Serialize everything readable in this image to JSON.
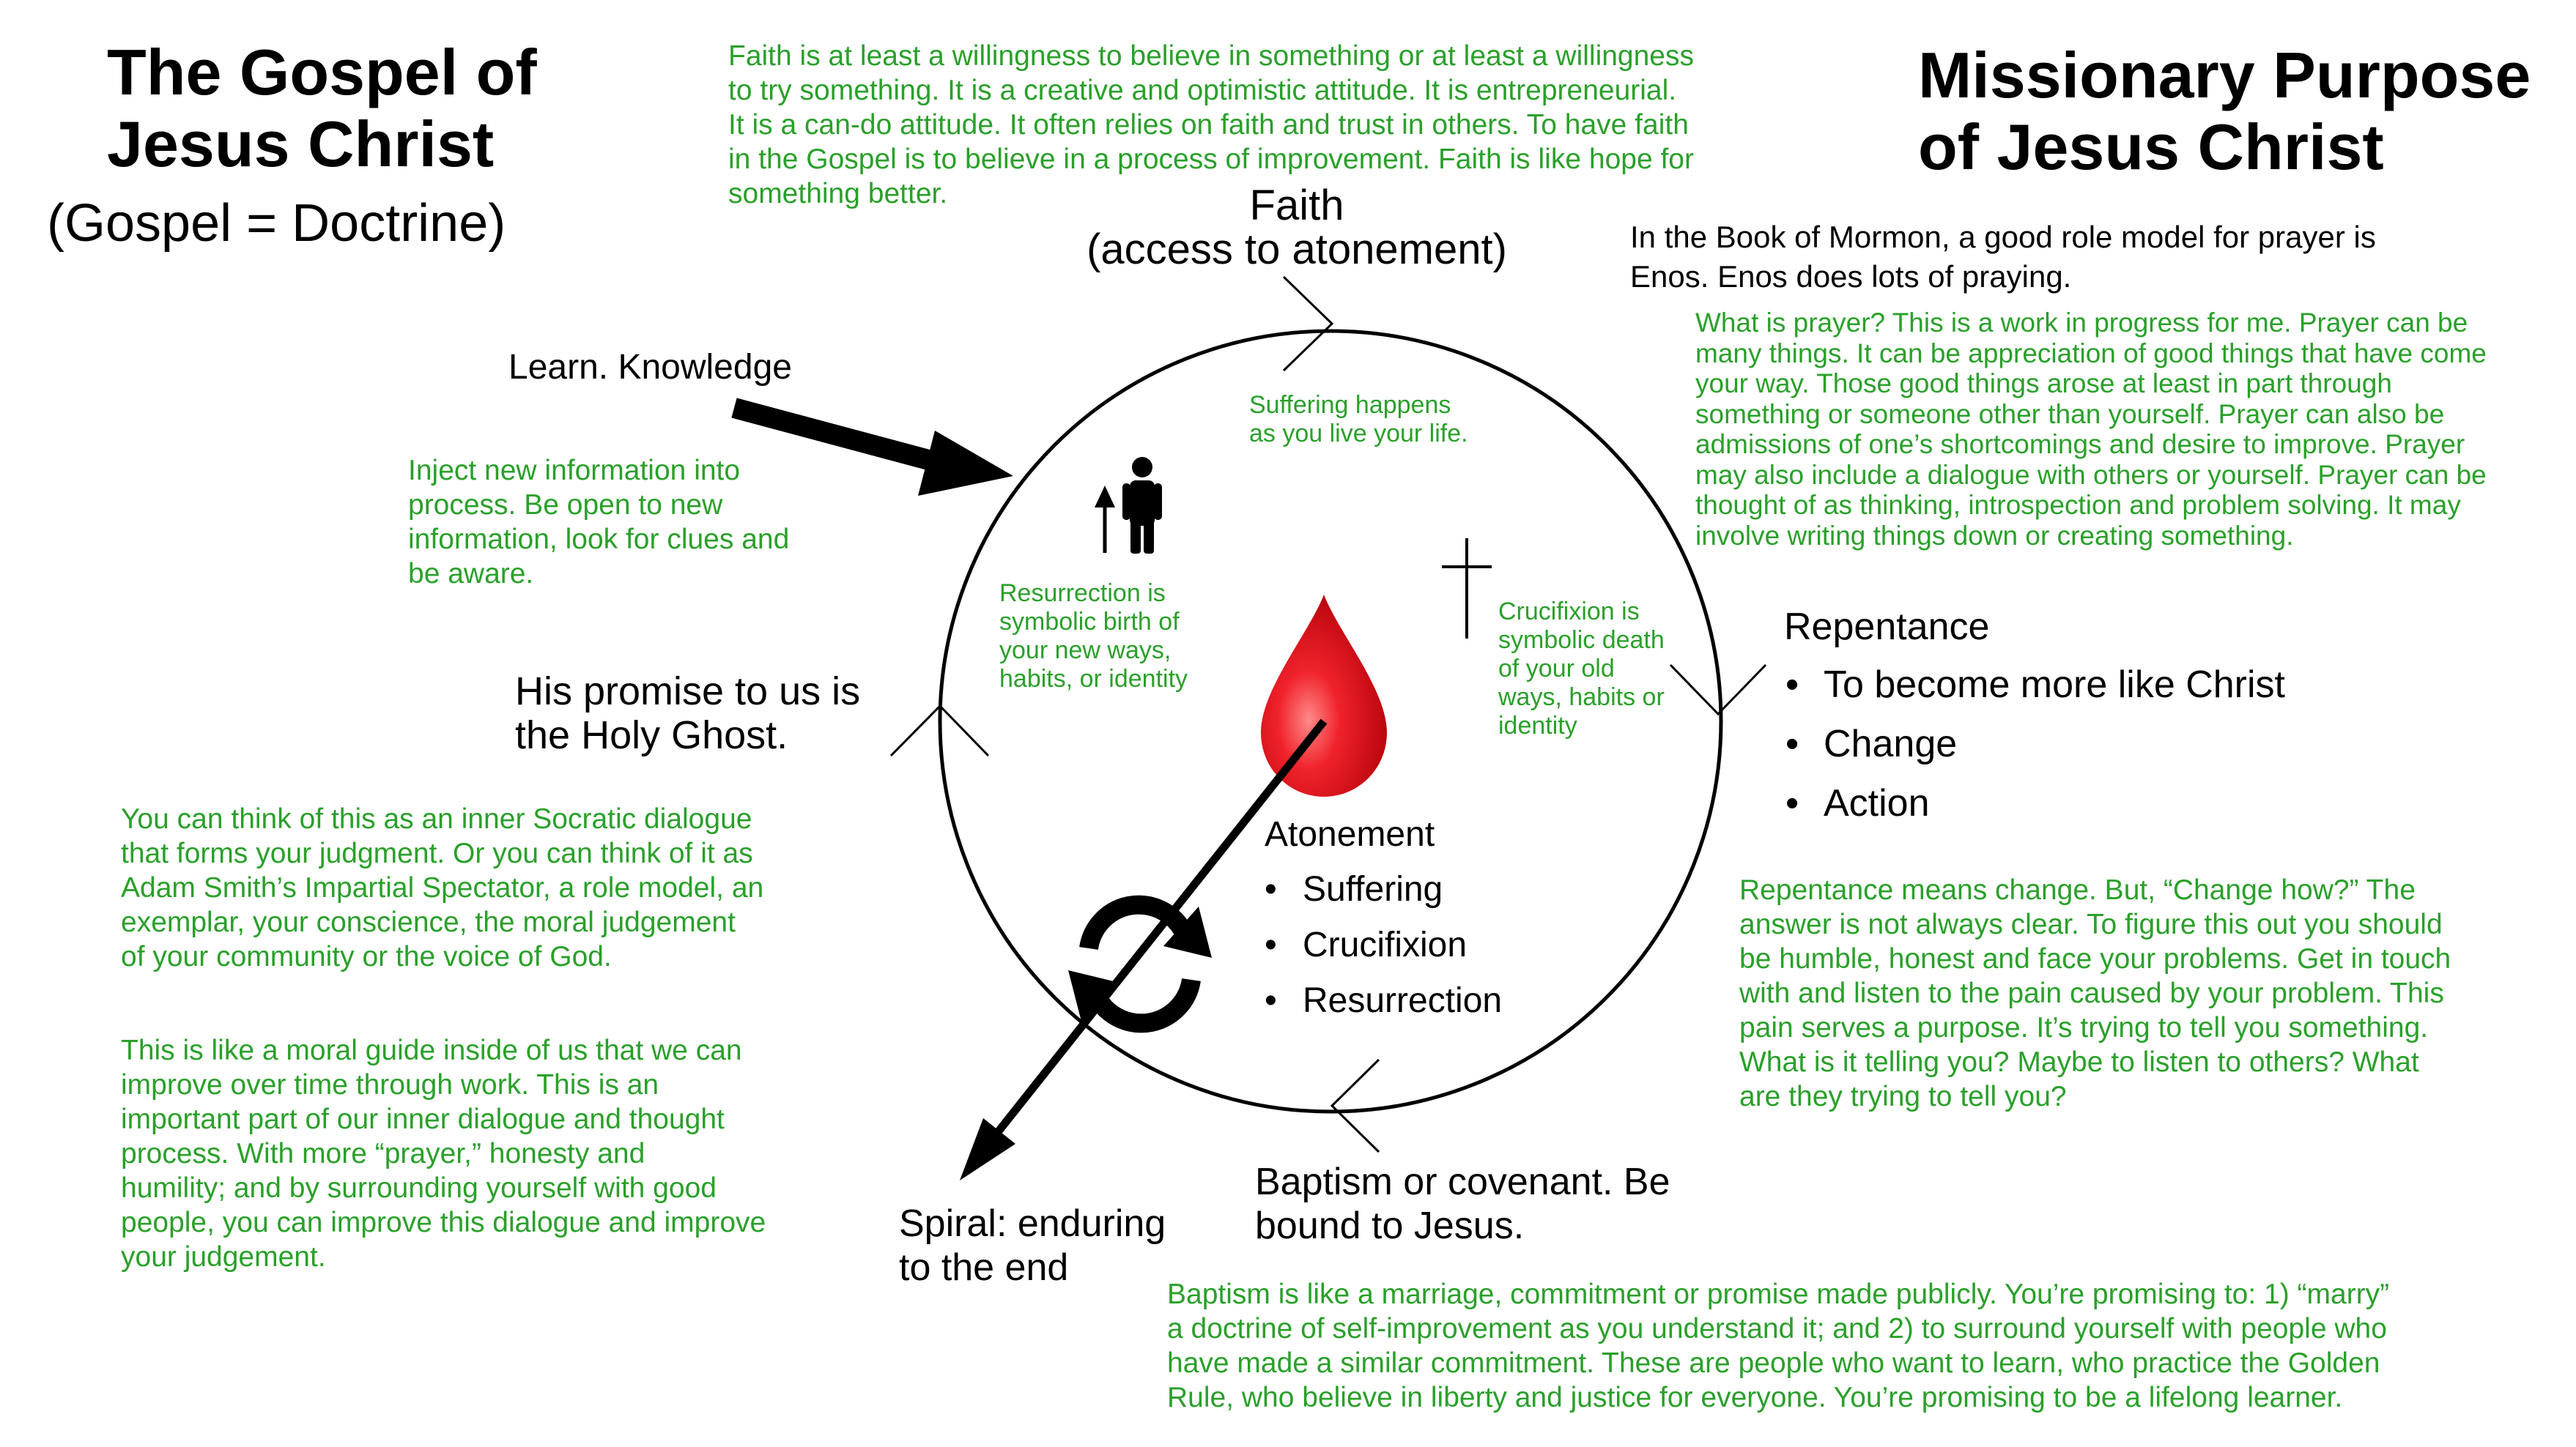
{
  "titles": {
    "left_title": "The Gospel of\nJesus Christ",
    "left_subtitle": "(Gospel = Doctrine)",
    "right_title": "Missionary Purpose\nof Jesus Christ"
  },
  "faith": {
    "description": "Faith is at least a willingness to believe in something or at least a willingness\nto try something.  It is a creative and optimistic attitude.  It is entrepreneurial.\nIt is a can-do attitude.  It often relies on faith and trust in others.  To have faith\nin the Gospel is to believe in a process of improvement.  Faith is like hope for\nsomething better.",
    "label": "Faith\n(access to atonement)"
  },
  "prayer": {
    "intro": "In the Book of Mormon, a good role model for prayer is\nEnos. Enos does lots of praying.",
    "description": "What is prayer?  This is a work in progress for me.  Prayer can be\nmany things.  It can be appreciation of good things that have come\nyour way.  Those good things arose at least in part through\nsomething or someone other than yourself.  Prayer can also be\nadmissions of one’s shortcomings and desire to improve.  Prayer\nmay also include a dialogue with others or yourself.  Prayer can be\nthought of as thinking, introspection and problem solving.  It may\ninvolve writing things down or creating something."
  },
  "learn": {
    "label": "Learn. Knowledge",
    "description": "Inject new information into\nprocess. Be open to new\ninformation, look for clues and\nbe aware."
  },
  "holy_ghost": {
    "label": "His promise to us is\nthe Holy Ghost.",
    "description_1": "You can think of this as an inner Socratic dialogue\nthat forms your judgment. Or you can think of it as\nAdam Smith’s Impartial Spectator, a role model, an\nexemplar, your conscience, the moral judgement\nof your community or the voice of God.",
    "description_2": "This is like a moral guide inside of us that we can\nimprove over time through work.  This is an\nimportant part of our inner dialogue and thought\nprocess.  With more “prayer,” honesty and\nhumility; and by surrounding yourself with good\npeople, you can improve this dialogue and improve\nyour judgement."
  },
  "circle": {
    "suffering_note": "Suffering happens\nas you live your life.",
    "resurrection_note": "Resurrection is\nsymbolic birth of\nyour new ways,\nhabits, or identity",
    "crucifixion_note": "Crucifixion is\nsymbolic death\nof your old\nways, habits or\nidentity",
    "atonement_label": "Atonement",
    "atonement_items": [
      "Suffering",
      "Crucifixion",
      "Resurrection"
    ]
  },
  "repentance": {
    "label": "Repentance",
    "items": [
      "To become more like Christ",
      "Change",
      "Action"
    ],
    "description": "Repentance means change.  But, “Change how?”  The\nanswer is not always clear.  To figure this out you should\nbe humble, honest and face your problems.  Get in touch\nwith and listen to the pain caused by your problem.  This\npain serves a purpose.  It’s trying to tell you something.\nWhat is it telling you?  Maybe to listen to others?  What\nare they trying to tell you?"
  },
  "baptism": {
    "label": "Baptism or covenant.  Be\nbound to Jesus.",
    "description": "Baptism is like a marriage, commitment or promise made publicly.  You’re promising to: 1) “marry”\na doctrine of self-improvement as you understand it; and 2) to surround yourself with people who\nhave made a similar commitment.  These are people who want to learn, who practice the Golden\nRule, who believe in liberty and justice for everyone.  You’re promising to be a lifelong learner."
  },
  "spiral": {
    "label": "Spiral: enduring\nto the end"
  },
  "icons": [
    "person-icon",
    "up-arrow-icon",
    "cross-icon",
    "blood-drop-icon",
    "cycle-arrows-icon"
  ],
  "colors": {
    "green_text": "#2aa02a",
    "drop_red": "#e0151b",
    "black": "#000000"
  }
}
